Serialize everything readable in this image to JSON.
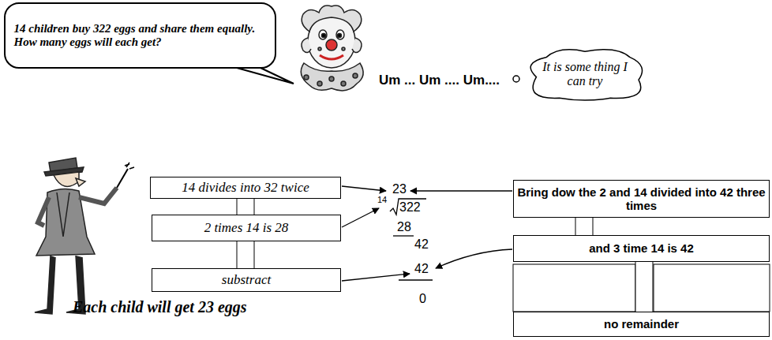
{
  "diagram": {
    "nodes": [
      {
        "text": [
          "14 children buy 322 eggs and share them equally. How many eggs will each get?"
        ]
      },
      {
        "text": [
          "It is some thing I can try"
        ]
      },
      {
        "text": [
          "14 divides into 32 twice"
        ]
      },
      {
        "text": [
          "2 times 14 is 28"
        ]
      },
      {
        "text": [
          "substract"
        ]
      },
      {
        "text": [
          "Bring dow the 2 and 14 divided into 42 three times"
        ]
      },
      {
        "text": [
          "and 3 time 14 is 42"
        ]
      },
      {
        "text": [
          "no remainder"
        ]
      }
    ],
    "edges": [
      {
        "from": 2,
        "to": 3,
        "arrow": "none"
      },
      {
        "from": 3,
        "to": 4,
        "arrow": "none"
      },
      {
        "from": 5,
        "to": 6,
        "arrow": "none"
      },
      {
        "from": 6,
        "to": 7,
        "arrow": "none"
      }
    ],
    "labels": [
      "Um ... Um .... Um....",
      "23",
      "14",
      "322",
      "28",
      "42",
      "42",
      "0",
      "Each child will get 23 eggs"
    ]
  }
}
